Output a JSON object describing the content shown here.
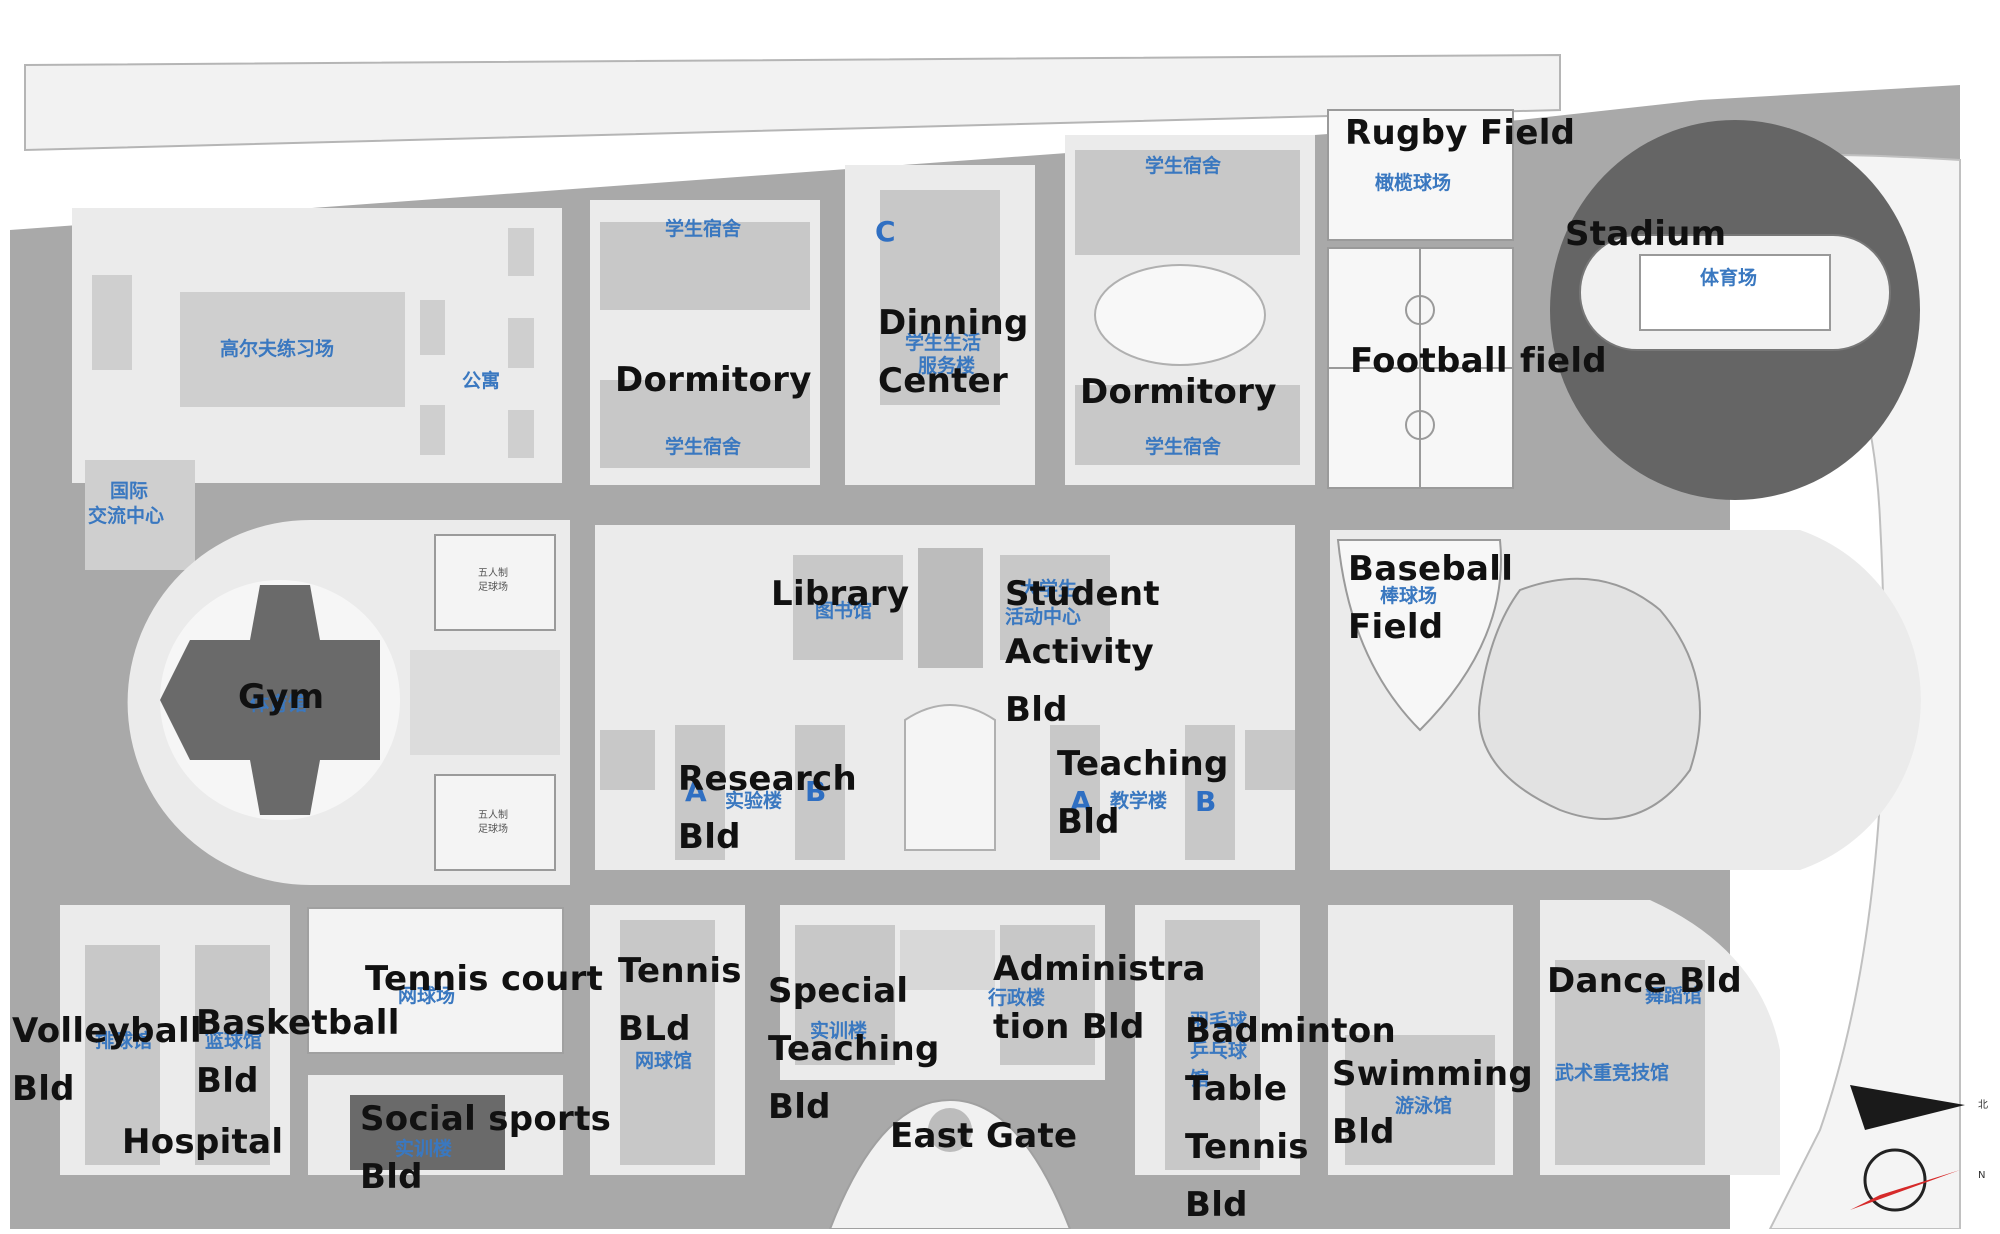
{
  "labels": {
    "rugby_field": "Rugby Field",
    "stadium": "Stadium",
    "dinning_center": [
      "Dinning",
      "Center"
    ],
    "dormitory_left": "Dormitory",
    "dormitory_right": "Dormitory",
    "football_field": "Football field",
    "baseball_field": [
      "Baseball",
      "Field"
    ],
    "library": "Library",
    "student_activity": [
      "Student",
      "Activity",
      "Bld"
    ],
    "gym": "Gym",
    "research_bld": [
      "Research",
      "Bld"
    ],
    "teaching_bld": [
      "Teaching",
      "Bld"
    ],
    "tennis_court": "Tennis court",
    "tennis_bld": [
      "Tennis",
      "BLd"
    ],
    "special_teaching": [
      "Special",
      "Teaching",
      "Bld"
    ],
    "administration": [
      "Administra",
      "tion Bld"
    ],
    "dance_bld": "Dance Bld",
    "volleyball_bld": [
      "Volleyball",
      "Bld"
    ],
    "basketball_bld": [
      "Basketball",
      "Bld"
    ],
    "badminton": [
      "Badminton",
      "Table",
      "Tennis",
      "Bld"
    ],
    "swimming": [
      "Swimming",
      "Bld"
    ],
    "hospital": "Hospital",
    "social_sports": [
      "Social sports",
      "Bld"
    ],
    "east_gate": "East Gate"
  },
  "chinese_labels": {
    "golf": "高尔夫练习场",
    "apartment": "公寓",
    "intl_center": [
      "国际",
      "交流中心"
    ],
    "dorm_a": "学生宿舍",
    "dorm_b": "学生宿舍",
    "dorm_c": "学生宿舍",
    "dorm_d": "学生宿舍",
    "service_bld": [
      "学生生活",
      "服务楼"
    ],
    "rugby": "橄榄球场",
    "stadium": "体育场",
    "baseball": "棒球场",
    "library": "图书馆",
    "activity_center": [
      "大学生",
      "活动中心"
    ],
    "lab_bld": "实验楼",
    "teaching_bld": "教学楼",
    "five_a_side_1": [
      "五人制",
      "足球场"
    ],
    "five_a_side_2": [
      "五人制",
      "足球场"
    ],
    "gym": "体育馆",
    "tennis_court": "网球场",
    "tennis_hall": "网球馆",
    "special_training": [
      "实训楼"
    ],
    "admin_bld": "行政楼",
    "badminton": [
      "羽毛球",
      "乒乓球",
      "馆"
    ],
    "swimming": "游泳馆",
    "martial": "武术重竞技馆",
    "volleyball": "排球馆",
    "basketball": "篮球馆",
    "social_training": [
      "实训楼"
    ],
    "dance": "舞蹈馆"
  },
  "building_letters": {
    "dining_c": "C",
    "research_a": "A",
    "research_b": "B",
    "teaching_a": "A",
    "teaching_b": "B"
  },
  "compass": {
    "north_mark": "北",
    "n_mark": "N"
  },
  "colors": {
    "road": "#a7a7a7",
    "block": "#ebebeb",
    "building": "#c4c4c4",
    "dark_building": "#6a6a6a",
    "label_blue": "#3a78c0",
    "compass_red": "#d62a2a"
  }
}
